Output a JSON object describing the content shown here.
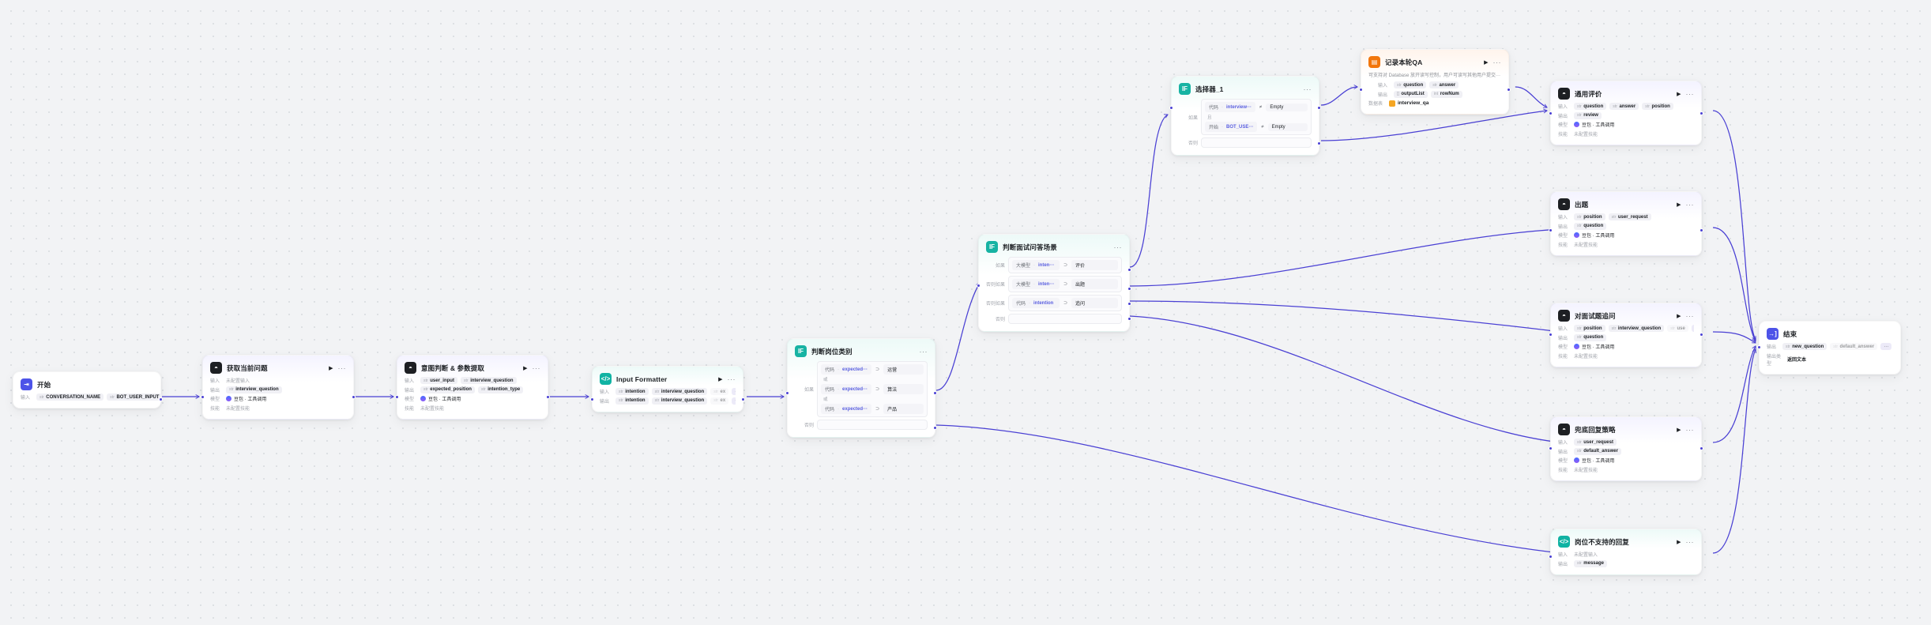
{
  "canvas": {
    "background": "#f2f3f5",
    "edge_color": "#4a40d4",
    "dot_color": "#d9dce0"
  },
  "labels": {
    "input": "输入",
    "output": "输出",
    "model": "模型",
    "skill": "技能",
    "no_input": "未配置输入",
    "no_skill": "未配置技能",
    "model_value": "豆包 · 工具调用",
    "if": "如果",
    "elseif": "否则如果",
    "else": "否则",
    "or": "或",
    "datatable": "数据表",
    "output_type": "输出类型"
  },
  "nodes": [
    {
      "id": "start",
      "title": "开始",
      "icon": "start-icon",
      "icon_class": "ic-start",
      "icon_glyph": "⇥",
      "rows": [
        {
          "label": "输入",
          "tags": [
            {
              "type": "str",
              "name": "CONVERSATION_NAME"
            },
            {
              "type": "str",
              "name": "BOT_USER_INPUT"
            }
          ]
        }
      ]
    },
    {
      "id": "get-current-question",
      "title": "获取当前问题",
      "icon": "llm-icon",
      "icon_class": "ic-llm",
      "icon_glyph": "◓",
      "rows": [
        {
          "label": "输入",
          "plain": "未配置输入"
        },
        {
          "label": "输出",
          "tags": [
            {
              "type": "str",
              "name": "interview_question"
            }
          ]
        },
        {
          "label": "模型",
          "model": "豆包 · 工具调用"
        },
        {
          "label": "技能",
          "plain": "未配置技能"
        }
      ]
    },
    {
      "id": "intent-and-params",
      "title": "意图判断 & 参数提取",
      "icon": "llm-icon",
      "icon_class": "ic-llm",
      "icon_glyph": "◓",
      "rows": [
        {
          "label": "输入",
          "tags": [
            {
              "type": "str",
              "name": "user_input"
            },
            {
              "type": "str",
              "name": "interview_question"
            }
          ]
        },
        {
          "label": "输出",
          "tags": [
            {
              "type": "str",
              "name": "expected_position"
            },
            {
              "type": "str",
              "name": "intention_type"
            }
          ]
        },
        {
          "label": "模型",
          "model": "豆包 · 工具调用"
        },
        {
          "label": "技能",
          "plain": "未配置技能"
        }
      ]
    },
    {
      "id": "input-formatter",
      "title": "Input Formatter",
      "icon": "code-icon",
      "icon_class": "ic-code",
      "icon_glyph": "</>",
      "rows": [
        {
          "label": "输入",
          "tags": [
            {
              "type": "str",
              "name": "intention"
            },
            {
              "type": "str",
              "name": "interview_question"
            },
            {
              "type": "str",
              "name": "ex",
              "faded": true
            }
          ],
          "overflow": "···"
        },
        {
          "label": "输出",
          "tags": [
            {
              "type": "str",
              "name": "intention"
            },
            {
              "type": "str",
              "name": "interview_question"
            },
            {
              "type": "str",
              "name": "ex",
              "faded": true
            }
          ],
          "overflow": "···"
        }
      ]
    },
    {
      "id": "judge-position-type",
      "title": "判断岗位类别",
      "icon": "if-icon",
      "icon_class": "ic-if",
      "icon_glyph": "IF",
      "conditions": [
        {
          "label": "如果",
          "exprs": [
            {
              "src": "代码",
              "field": "expected···",
              "op": "⊃",
              "value": "运营"
            },
            {
              "src": "代码",
              "field": "expected···",
              "op": "⊃",
              "value": "算法"
            },
            {
              "src": "代码",
              "field": "expected···",
              "op": "⊃",
              "value": "产品"
            }
          ],
          "joiner": "或"
        },
        {
          "label": "否则",
          "exprs": []
        }
      ]
    },
    {
      "id": "judge-interview-qa-scene",
      "title": "判断面试问答场景",
      "icon": "if-icon",
      "icon_class": "ic-if",
      "icon_glyph": "IF",
      "conditions": [
        {
          "label": "如果",
          "exprs": [
            {
              "src": "大模型",
              "field": "inten···",
              "op": "⊃",
              "value": "评价"
            }
          ]
        },
        {
          "label": "否则如果",
          "exprs": [
            {
              "src": "大模型",
              "field": "inten···",
              "op": "⊃",
              "value": "出题"
            }
          ]
        },
        {
          "label": "否则如果",
          "exprs": [
            {
              "src": "代码",
              "field": "intention",
              "op": "⊃",
              "value": "追问"
            }
          ]
        },
        {
          "label": "否则",
          "exprs": []
        }
      ]
    },
    {
      "id": "selector-1",
      "title": "选择器_1",
      "icon": "if-icon",
      "icon_class": "ic-if",
      "icon_glyph": "IF",
      "conditions": [
        {
          "label": "如果",
          "exprs": [
            {
              "src": "代码",
              "field": "interview···",
              "op": "≠",
              "value": "Empty"
            },
            {
              "src": "开始",
              "field": "BOT_USE···",
              "op": "≠",
              "value": "Empty"
            }
          ],
          "joiner": "且"
        },
        {
          "label": "否则",
          "exprs": []
        }
      ]
    },
    {
      "id": "record-round-qa",
      "title": "记录本轮QA",
      "icon": "database-icon",
      "icon_class": "ic-db",
      "icon_glyph": "▤",
      "desc": "可支持对 Database 放开读写控制，用户可读写其他用户提交···",
      "rows": [
        {
          "label": "输入",
          "tags": [
            {
              "type": "str",
              "name": "question"
            },
            {
              "type": "str",
              "name": "answer"
            }
          ]
        },
        {
          "label": "输出",
          "tags": [
            {
              "type": "[]",
              "name": "outputList"
            },
            {
              "type": "int",
              "name": "rowNum"
            }
          ]
        },
        {
          "label": "数据表",
          "db": "interview_qa"
        }
      ]
    },
    {
      "id": "general-evaluation",
      "title": "通用评价",
      "icon": "llm-icon",
      "icon_class": "ic-llm",
      "icon_glyph": "◓",
      "rows": [
        {
          "label": "输入",
          "tags": [
            {
              "type": "str",
              "name": "question"
            },
            {
              "type": "str",
              "name": "answer"
            },
            {
              "type": "str",
              "name": "position"
            }
          ]
        },
        {
          "label": "输出",
          "tags": [
            {
              "type": "str",
              "name": "review"
            }
          ]
        },
        {
          "label": "模型",
          "model": "豆包 · 工具调用"
        },
        {
          "label": "技能",
          "plain": "未配置技能"
        }
      ]
    },
    {
      "id": "make-question",
      "title": "出题",
      "icon": "llm-icon",
      "icon_class": "ic-llm",
      "icon_glyph": "◓",
      "rows": [
        {
          "label": "输入",
          "tags": [
            {
              "type": "str",
              "name": "position"
            },
            {
              "type": "str",
              "name": "user_request"
            }
          ]
        },
        {
          "label": "输出",
          "tags": [
            {
              "type": "str",
              "name": "question"
            }
          ]
        },
        {
          "label": "模型",
          "model": "豆包 · 工具调用"
        },
        {
          "label": "技能",
          "plain": "未配置技能"
        }
      ]
    },
    {
      "id": "followup-question",
      "title": "对面试题追问",
      "icon": "llm-icon",
      "icon_class": "ic-llm",
      "icon_glyph": "◓",
      "rows": [
        {
          "label": "输入",
          "tags": [
            {
              "type": "str",
              "name": "position"
            },
            {
              "type": "str",
              "name": "interview_question"
            },
            {
              "type": "str",
              "name": "use",
              "faded": true
            }
          ],
          "overflow": "···"
        },
        {
          "label": "输出",
          "tags": [
            {
              "type": "str",
              "name": "question"
            }
          ]
        },
        {
          "label": "模型",
          "model": "豆包 · 工具调用"
        },
        {
          "label": "技能",
          "plain": "未配置技能"
        }
      ]
    },
    {
      "id": "fallback-strategy",
      "title": "兜底回复策略",
      "icon": "llm-icon",
      "icon_class": "ic-llm",
      "icon_glyph": "◓",
      "rows": [
        {
          "label": "输入",
          "tags": [
            {
              "type": "str",
              "name": "user_request"
            }
          ]
        },
        {
          "label": "输出",
          "tags": [
            {
              "type": "str",
              "name": "default_answer"
            }
          ]
        },
        {
          "label": "模型",
          "model": "豆包 · 工具调用"
        },
        {
          "label": "技能",
          "plain": "未配置技能"
        }
      ]
    },
    {
      "id": "unsupported-position-reply",
      "title": "岗位不支持的回复",
      "icon": "code-icon",
      "icon_class": "ic-code",
      "icon_glyph": "</>",
      "rows": [
        {
          "label": "输入",
          "plain": "未配置输入"
        },
        {
          "label": "输出",
          "tags": [
            {
              "type": "str",
              "name": "message"
            }
          ]
        }
      ]
    },
    {
      "id": "end",
      "title": "结束",
      "icon": "end-icon",
      "icon_class": "ic-end",
      "icon_glyph": "→]",
      "rows": [
        {
          "label": "输出",
          "tags": [
            {
              "type": "str",
              "name": "new_question"
            },
            {
              "type": "str",
              "name": "default_answer",
              "faded": true
            }
          ],
          "overflow": "···"
        },
        {
          "label": "输出类型",
          "plain_dark": "返回文本"
        }
      ]
    }
  ]
}
